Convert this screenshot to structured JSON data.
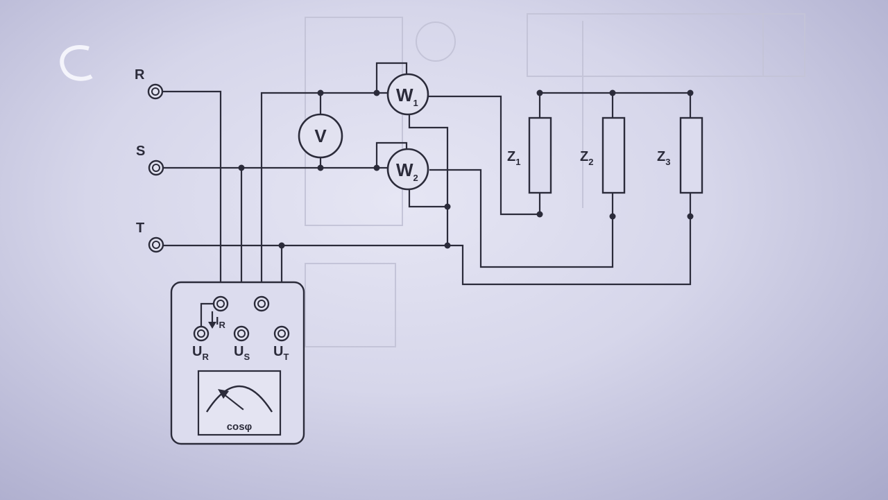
{
  "terminals": {
    "r": "R",
    "s": "S",
    "t": "T"
  },
  "voltmeter": {
    "label": "V"
  },
  "wattmeter1": {
    "label": "W",
    "sub": "1"
  },
  "wattmeter2": {
    "label": "W",
    "sub": "2"
  },
  "impedances": [
    {
      "label": "Z",
      "sub": "1"
    },
    {
      "label": "Z",
      "sub": "2"
    },
    {
      "label": "Z",
      "sub": "3"
    }
  ],
  "pf_meter": {
    "ur": {
      "label": "U",
      "sub": "R"
    },
    "us": {
      "label": "U",
      "sub": "S"
    },
    "ut": {
      "label": "U",
      "sub": "T"
    },
    "ir": {
      "label": "I",
      "sub": "R"
    },
    "scale_label": "cosφ"
  },
  "colors": {
    "ink": "#2b2b3a",
    "paper": "#e2e2f0"
  }
}
